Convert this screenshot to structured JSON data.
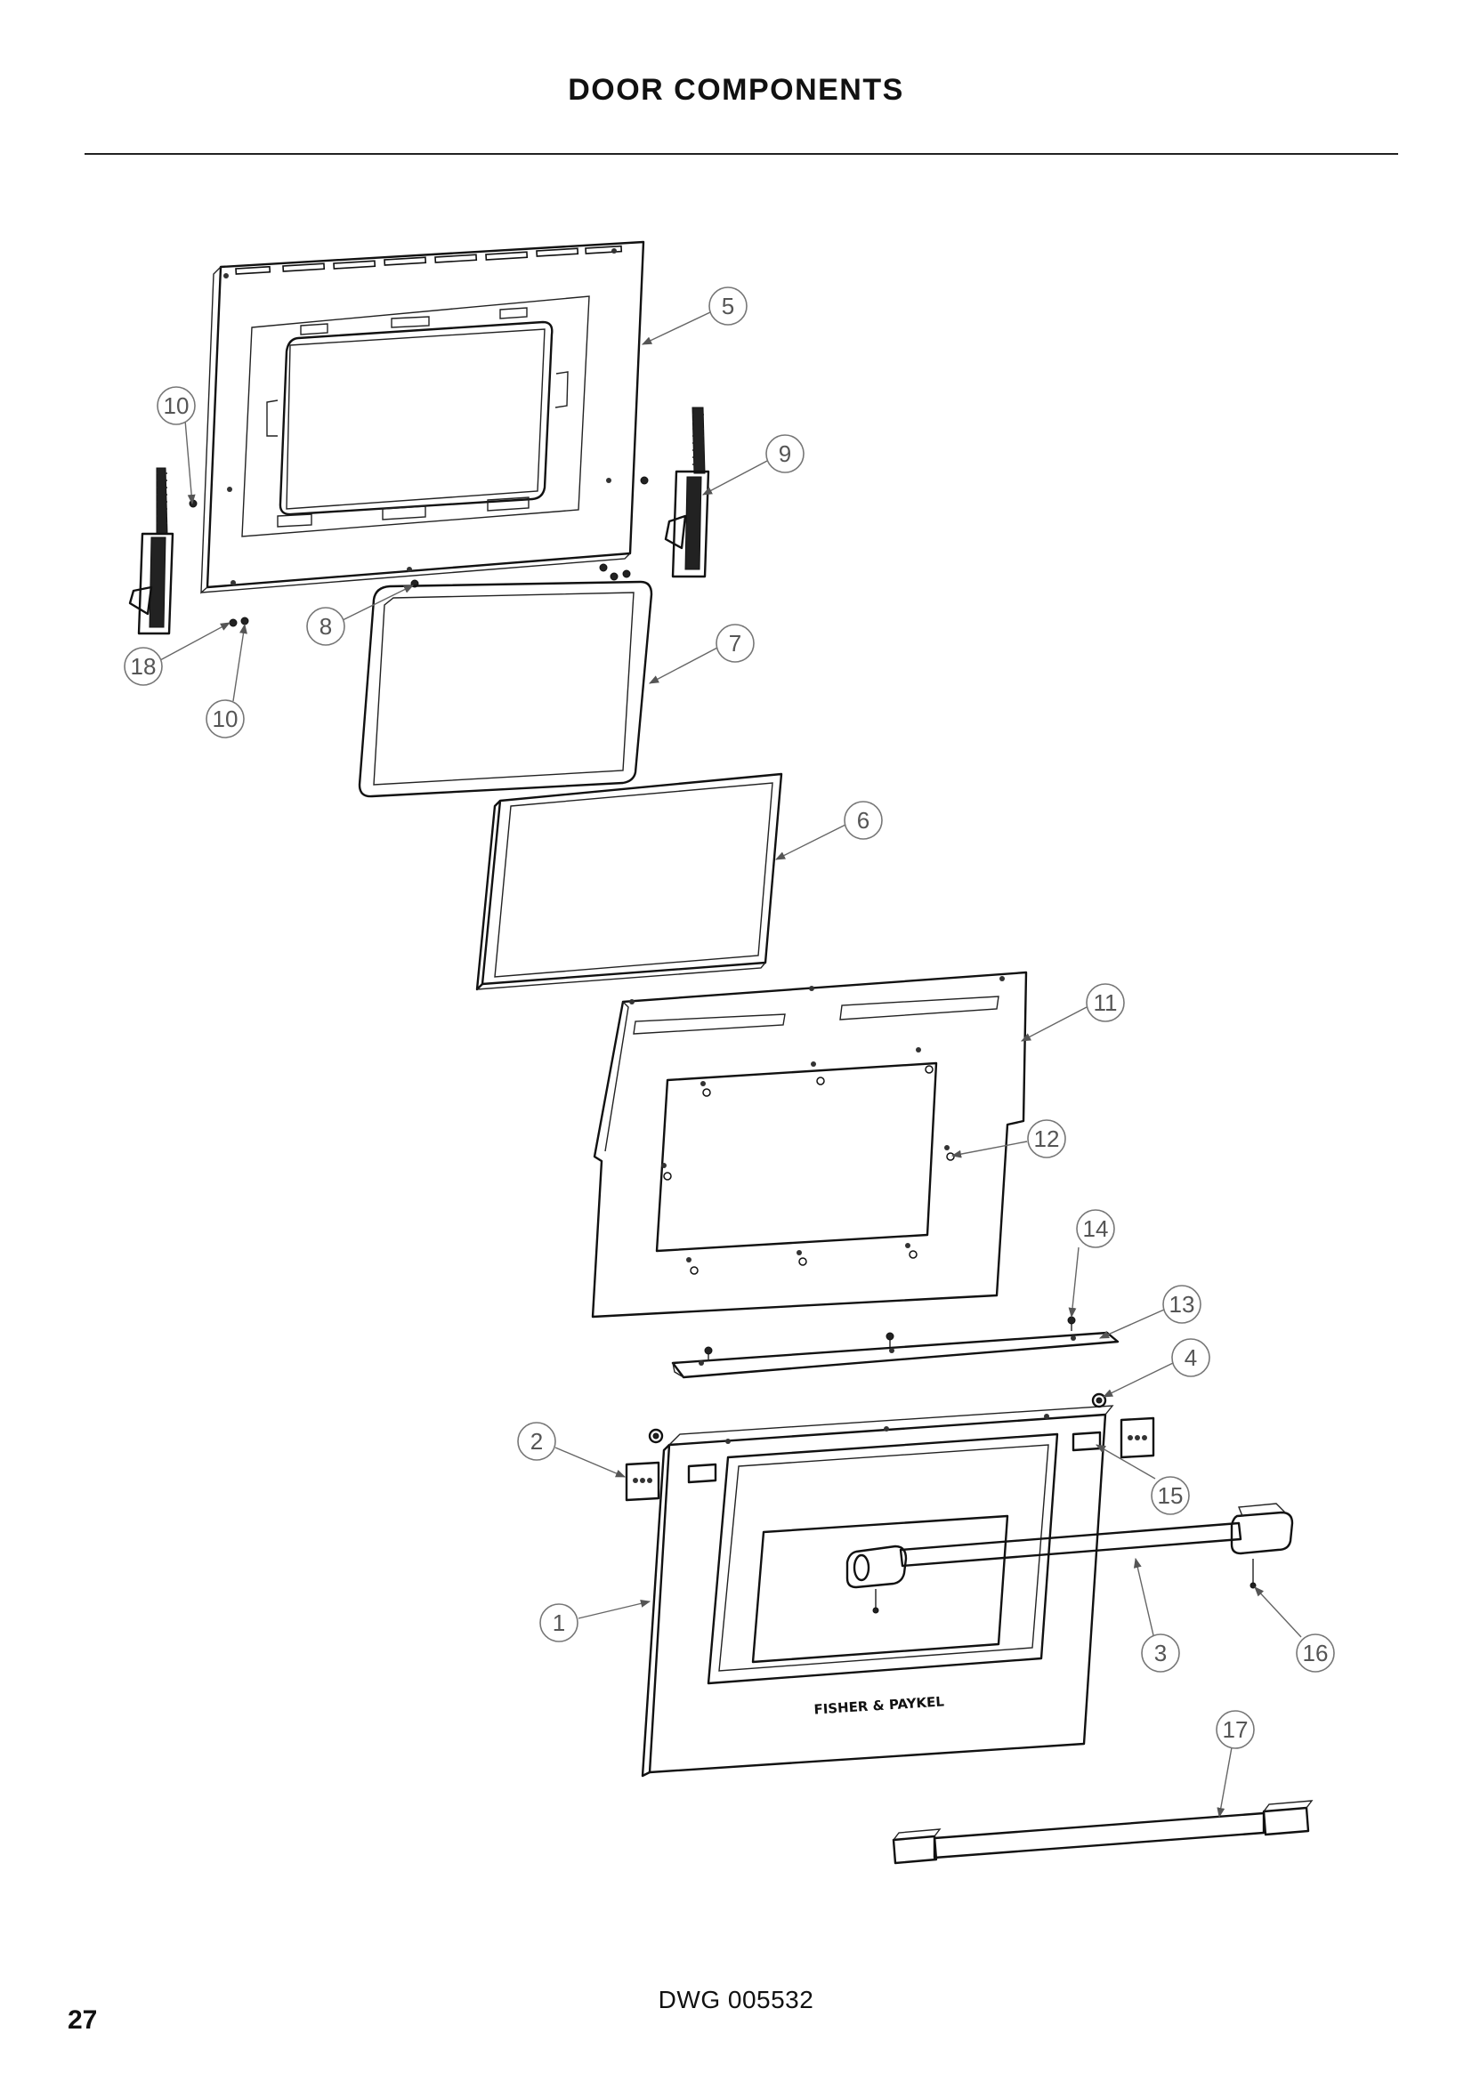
{
  "page_title": "DOOR COMPONENTS",
  "page_number": "27",
  "drawing_id": "DWG 005532",
  "brand_mark": "FISHER & PAYKEL",
  "callouts": [
    {
      "id": "c1",
      "label": "1",
      "part": "door-front-panel"
    },
    {
      "id": "c2",
      "label": "2",
      "part": "handle-mount-plate-left"
    },
    {
      "id": "c3",
      "label": "3",
      "part": "door-handle"
    },
    {
      "id": "c4",
      "label": "4",
      "part": "handle-mount-screw"
    },
    {
      "id": "c5",
      "label": "5",
      "part": "door-glass-pane"
    },
    {
      "id": "c6",
      "label": "6",
      "part": "door-seal"
    },
    {
      "id": "c7",
      "label": "7",
      "part": "inner-door-frame"
    },
    {
      "id": "c8",
      "label": "8",
      "part": "frame-screw"
    },
    {
      "id": "c9",
      "label": "9",
      "part": "door-hinge-right"
    },
    {
      "id": "c10a",
      "label": "10",
      "part": "hinge-screw-upper"
    },
    {
      "id": "c10b",
      "label": "10",
      "part": "hinge-screw-lower"
    },
    {
      "id": "c11",
      "label": "11",
      "part": "inner-glass-frame"
    },
    {
      "id": "c12",
      "label": "12",
      "part": "glass-frame-screw"
    },
    {
      "id": "c13",
      "label": "13",
      "part": "door-top-trim"
    },
    {
      "id": "c14",
      "label": "14",
      "part": "trim-screw"
    },
    {
      "id": "c15",
      "label": "15",
      "part": "handle-bracket"
    },
    {
      "id": "c16",
      "label": "16",
      "part": "handle-screw"
    },
    {
      "id": "c17",
      "label": "17",
      "part": "alternate-handle"
    },
    {
      "id": "c18",
      "label": "18",
      "part": "hinge-screw-small"
    }
  ]
}
